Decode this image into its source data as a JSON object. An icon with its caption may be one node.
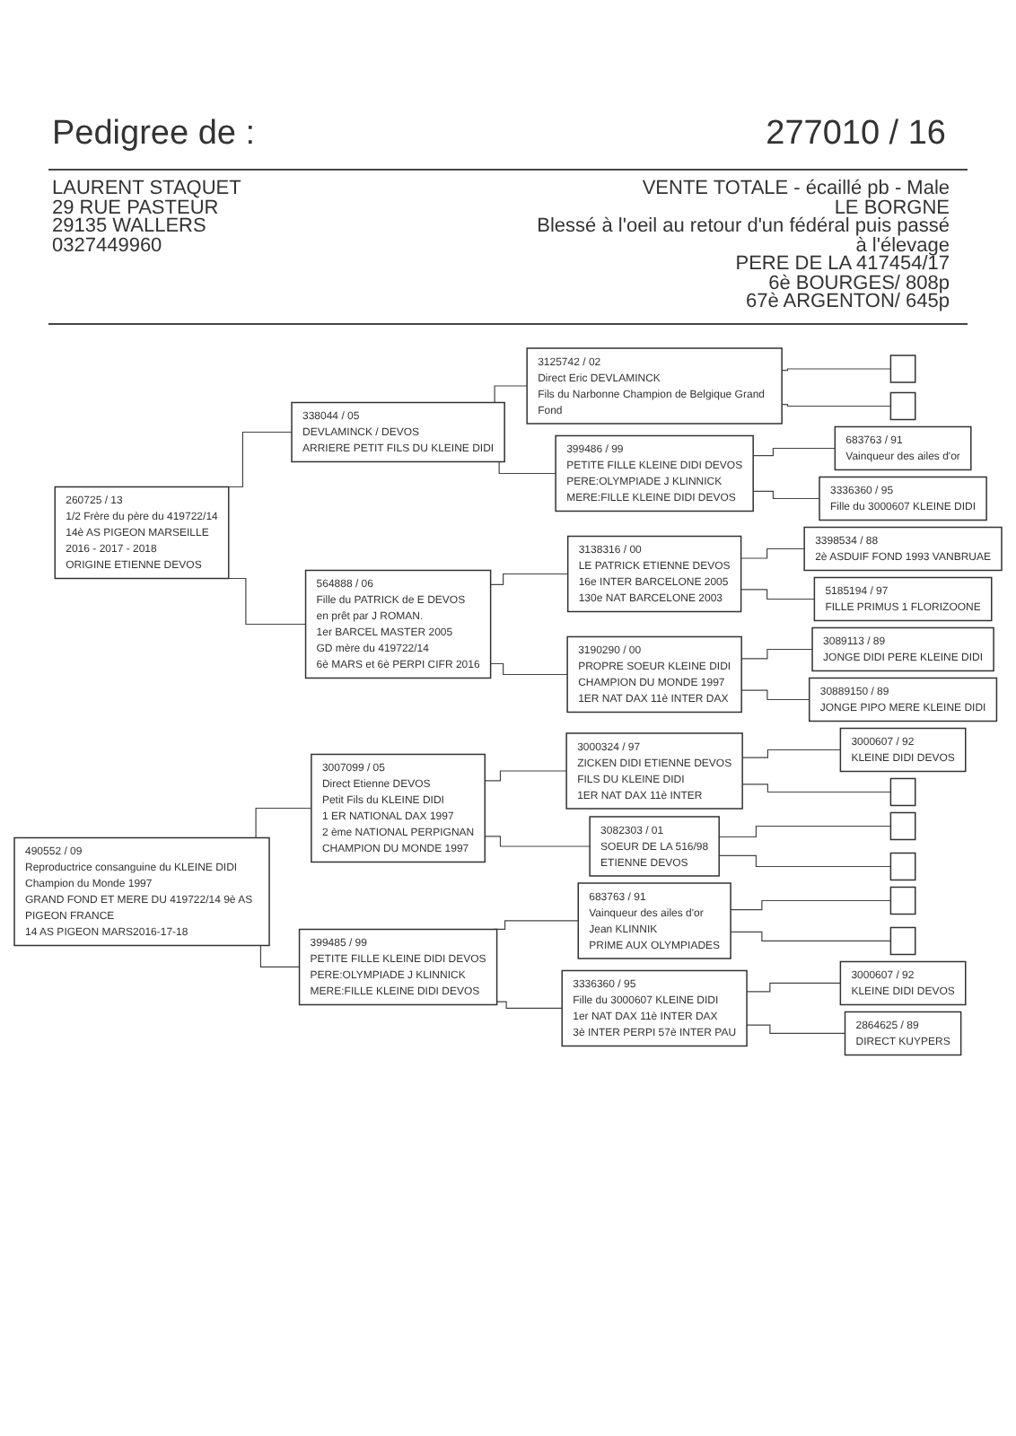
{
  "diagram": {
    "title": "Pedigree de :",
    "nodes": [
      {
        "text": [
          "260725 / 13",
          "1/2 Frère du père du 419722/14",
          "14è AS PIGEON MARSEILLE",
          "2016 - 2017 - 2018",
          "ORIGINE ETIENNE DEVOS"
        ]
      },
      {
        "text": [
          "490552 / 09",
          "Reproductrice consanguine du KLEINE DIDI",
          "Champion du Monde 1997",
          "GRAND FOND ET MERE DU 419722/14 9è AS PIGEON FRANCE",
          "14 AS PIGEON MARS2016-17-18"
        ]
      },
      {
        "text": [
          "338044 / 05",
          "DEVLAMINCK / DEVOS",
          "ARRIERE PETIT FILS DU KLEINE DIDI"
        ]
      },
      {
        "text": [
          "564888 / 06",
          "Fille du PATRICK de E DEVOS",
          "en prêt par J ROMAN.",
          "1er BARCEL MASTER 2005",
          "GD mère du 419722/14",
          "6è MARS et 6è PERPI CIFR 2016"
        ]
      },
      {
        "text": [
          "3007099 / 05",
          "Direct Etienne DEVOS",
          "Petit Fils du KLEINE DIDI",
          "1 ER NATIONAL DAX 1997",
          "2 ème NATIONAL PERPIGNAN",
          "CHAMPION DU MONDE 1997"
        ]
      },
      {
        "text": [
          "399485 / 99",
          "PETITE FILLE KLEINE DIDI DEVOS",
          "PERE:OLYMPIADE J KLINNICK",
          "MERE:FILLE KLEINE DIDI DEVOS"
        ]
      },
      {
        "text": [
          "3125742 / 02",
          "Direct Eric DEVLAMINCK",
          "Fils du Narbonne Champion de Belgique Grand Fond"
        ]
      },
      {
        "text": [
          "399486 / 99",
          "PETITE FILLE KLEINE DIDI DEVOS",
          "PERE:OLYMPIADE J KLINNICK",
          "MERE:FILLE KLEINE DIDI DEVOS"
        ]
      },
      {
        "text": [
          "3138316 / 00",
          "LE PATRICK ETIENNE DEVOS",
          "16e INTER BARCELONE 2005",
          "130e NAT BARCELONE 2003"
        ]
      },
      {
        "text": [
          "3190290 / 00",
          "PROPRE SOEUR KLEINE DIDI",
          "CHAMPION DU MONDE 1997",
          "1ER NAT DAX 11è INTER DAX"
        ]
      },
      {
        "text": [
          "3000324 / 97",
          "ZICKEN DIDI ETIENNE DEVOS",
          "FILS DU KLEINE DIDI",
          "1ER NAT DAX 11è INTER"
        ]
      },
      {
        "text": [
          "3082303 / 01",
          "SOEUR DE LA 516/98",
          "ETIENNE DEVOS"
        ]
      },
      {
        "text": [
          "683763 / 91",
          "Vainqueur des ailes d'or",
          "Jean KLINNIK",
          "PRIME AUX OLYMPIADES"
        ]
      },
      {
        "text": [
          "3336360 / 95",
          "Fille du 3000607 KLEINE DIDI",
          "1er NAT DAX 11è INTER DAX",
          "3è INTER PERPI 57è INTER PAU"
        ]
      },
      {
        "text": [],
        "shape": "box"
      },
      {
        "text": [],
        "shape": "box"
      },
      {
        "text": [
          "683763 / 91",
          "Vainqueur des ailes d'or"
        ]
      },
      {
        "text": [
          "3336360 / 95",
          "Fille du 3000607 KLEINE DIDI"
        ]
      },
      {
        "text": [
          "3398534 / 88",
          "2è ASDUIF FOND 1993 VANBRUAE"
        ]
      },
      {
        "text": [
          "5185194 / 97",
          "FILLE PRIMUS 1 FLORIZOONE"
        ]
      },
      {
        "text": [
          "3089113 / 89",
          "JONGE DIDI PERE KLEINE DIDI"
        ]
      },
      {
        "text": [
          "30889150 / 89",
          "JONGE PIPO MERE KLEINE DIDI"
        ]
      },
      {
        "text": [
          "3000607 / 92",
          "KLEINE DIDI DEVOS"
        ]
      },
      {
        "text": [],
        "shape": "box"
      },
      {
        "text": [],
        "shape": "box"
      },
      {
        "text": [],
        "shape": "box"
      },
      {
        "text": [],
        "shape": "box"
      },
      {
        "text": [],
        "shape": "box"
      },
      {
        "text": [
          "3000607 / 92",
          "KLEINE DIDI DEVOS"
        ]
      },
      {
        "text": [
          "2864625 / 89",
          "DIRECT KUYPERS"
        ]
      }
    ],
    "edges": [
      {
        "from": 0,
        "to": 2,
        "arrow": "none"
      },
      {
        "from": 0,
        "to": 3,
        "arrow": "none"
      },
      {
        "from": 1,
        "to": 4,
        "arrow": "none"
      },
      {
        "from": 1,
        "to": 5,
        "arrow": "none"
      },
      {
        "from": 2,
        "to": 6,
        "arrow": "none"
      },
      {
        "from": 2,
        "to": 7,
        "arrow": "none"
      },
      {
        "from": 3,
        "to": 8,
        "arrow": "none"
      },
      {
        "from": 3,
        "to": 9,
        "arrow": "none"
      },
      {
        "from": 4,
        "to": 10,
        "arrow": "none"
      },
      {
        "from": 4,
        "to": 11,
        "arrow": "none"
      },
      {
        "from": 5,
        "to": 12,
        "arrow": "none"
      },
      {
        "from": 5,
        "to": 13,
        "arrow": "none"
      },
      {
        "from": 6,
        "to": 14,
        "arrow": "none"
      },
      {
        "from": 6,
        "to": 15,
        "arrow": "none"
      },
      {
        "from": 7,
        "to": 16,
        "arrow": "none"
      },
      {
        "from": 7,
        "to": 17,
        "arrow": "none"
      },
      {
        "from": 8,
        "to": 18,
        "arrow": "none"
      },
      {
        "from": 8,
        "to": 19,
        "arrow": "none"
      },
      {
        "from": 9,
        "to": 20,
        "arrow": "none"
      },
      {
        "from": 9,
        "to": 21,
        "arrow": "none"
      },
      {
        "from": 10,
        "to": 22,
        "arrow": "none"
      },
      {
        "from": 10,
        "to": 23,
        "arrow": "none"
      },
      {
        "from": 11,
        "to": 24,
        "arrow": "none"
      },
      {
        "from": 11,
        "to": 25,
        "arrow": "none"
      },
      {
        "from": 12,
        "to": 26,
        "arrow": "none"
      },
      {
        "from": 12,
        "to": 27,
        "arrow": "none"
      },
      {
        "from": 13,
        "to": 28,
        "arrow": "none"
      },
      {
        "from": 13,
        "to": 29,
        "arrow": "none"
      }
    ],
    "labels": [
      "277010 / 16",
      "LAURENT STAQUET",
      "29 RUE PASTEUR",
      "29135 WALLERS",
      "0327449960",
      "VENTE TOTALE - écaillé pb - Male",
      "LE BORGNE",
      "Blessé à l'oeil au retour d'un fédéral puis passé à l'élevage",
      "PERE DE LA 417454/17",
      "6è BOURGES/ 808p",
      "67è ARGENTON/ 645p"
    ]
  }
}
